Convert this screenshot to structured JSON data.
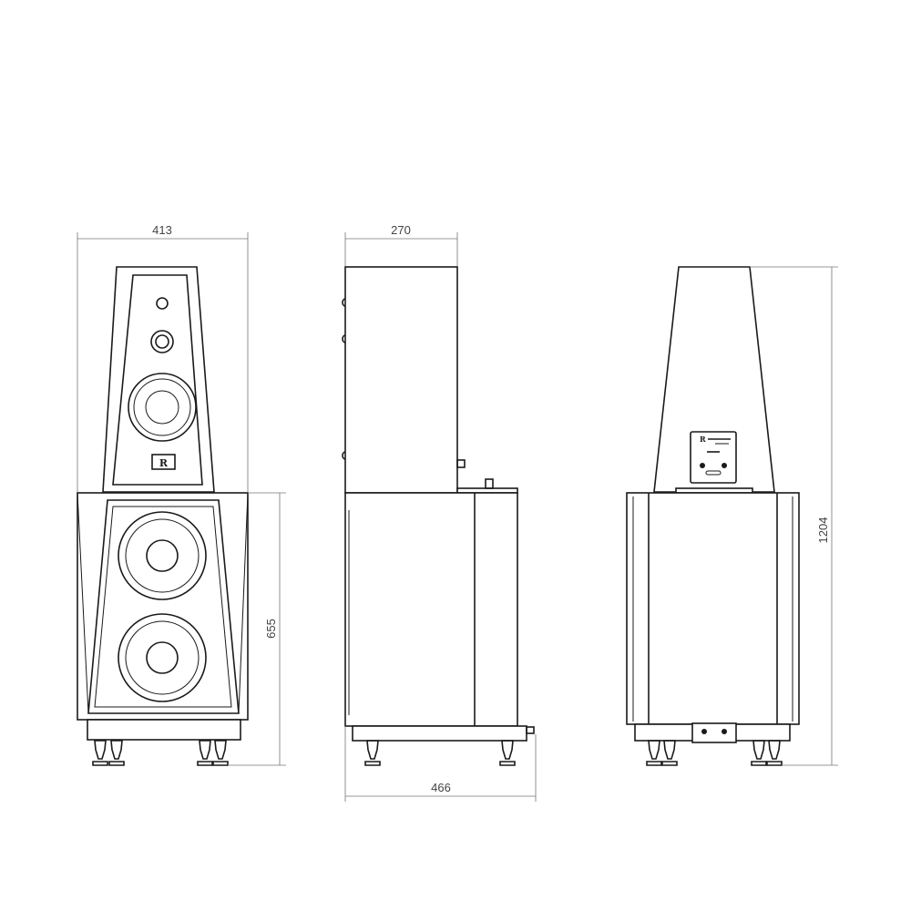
{
  "drawing": {
    "units": "mm",
    "views": [
      "front",
      "side",
      "rear"
    ],
    "dimensions": {
      "front_width": "413",
      "side_top_depth": "270",
      "side_total_depth": "466",
      "lower_height": "655",
      "total_height": "1204"
    },
    "colors": {
      "line": "#1a1a1a",
      "dimension": "#777777"
    }
  }
}
